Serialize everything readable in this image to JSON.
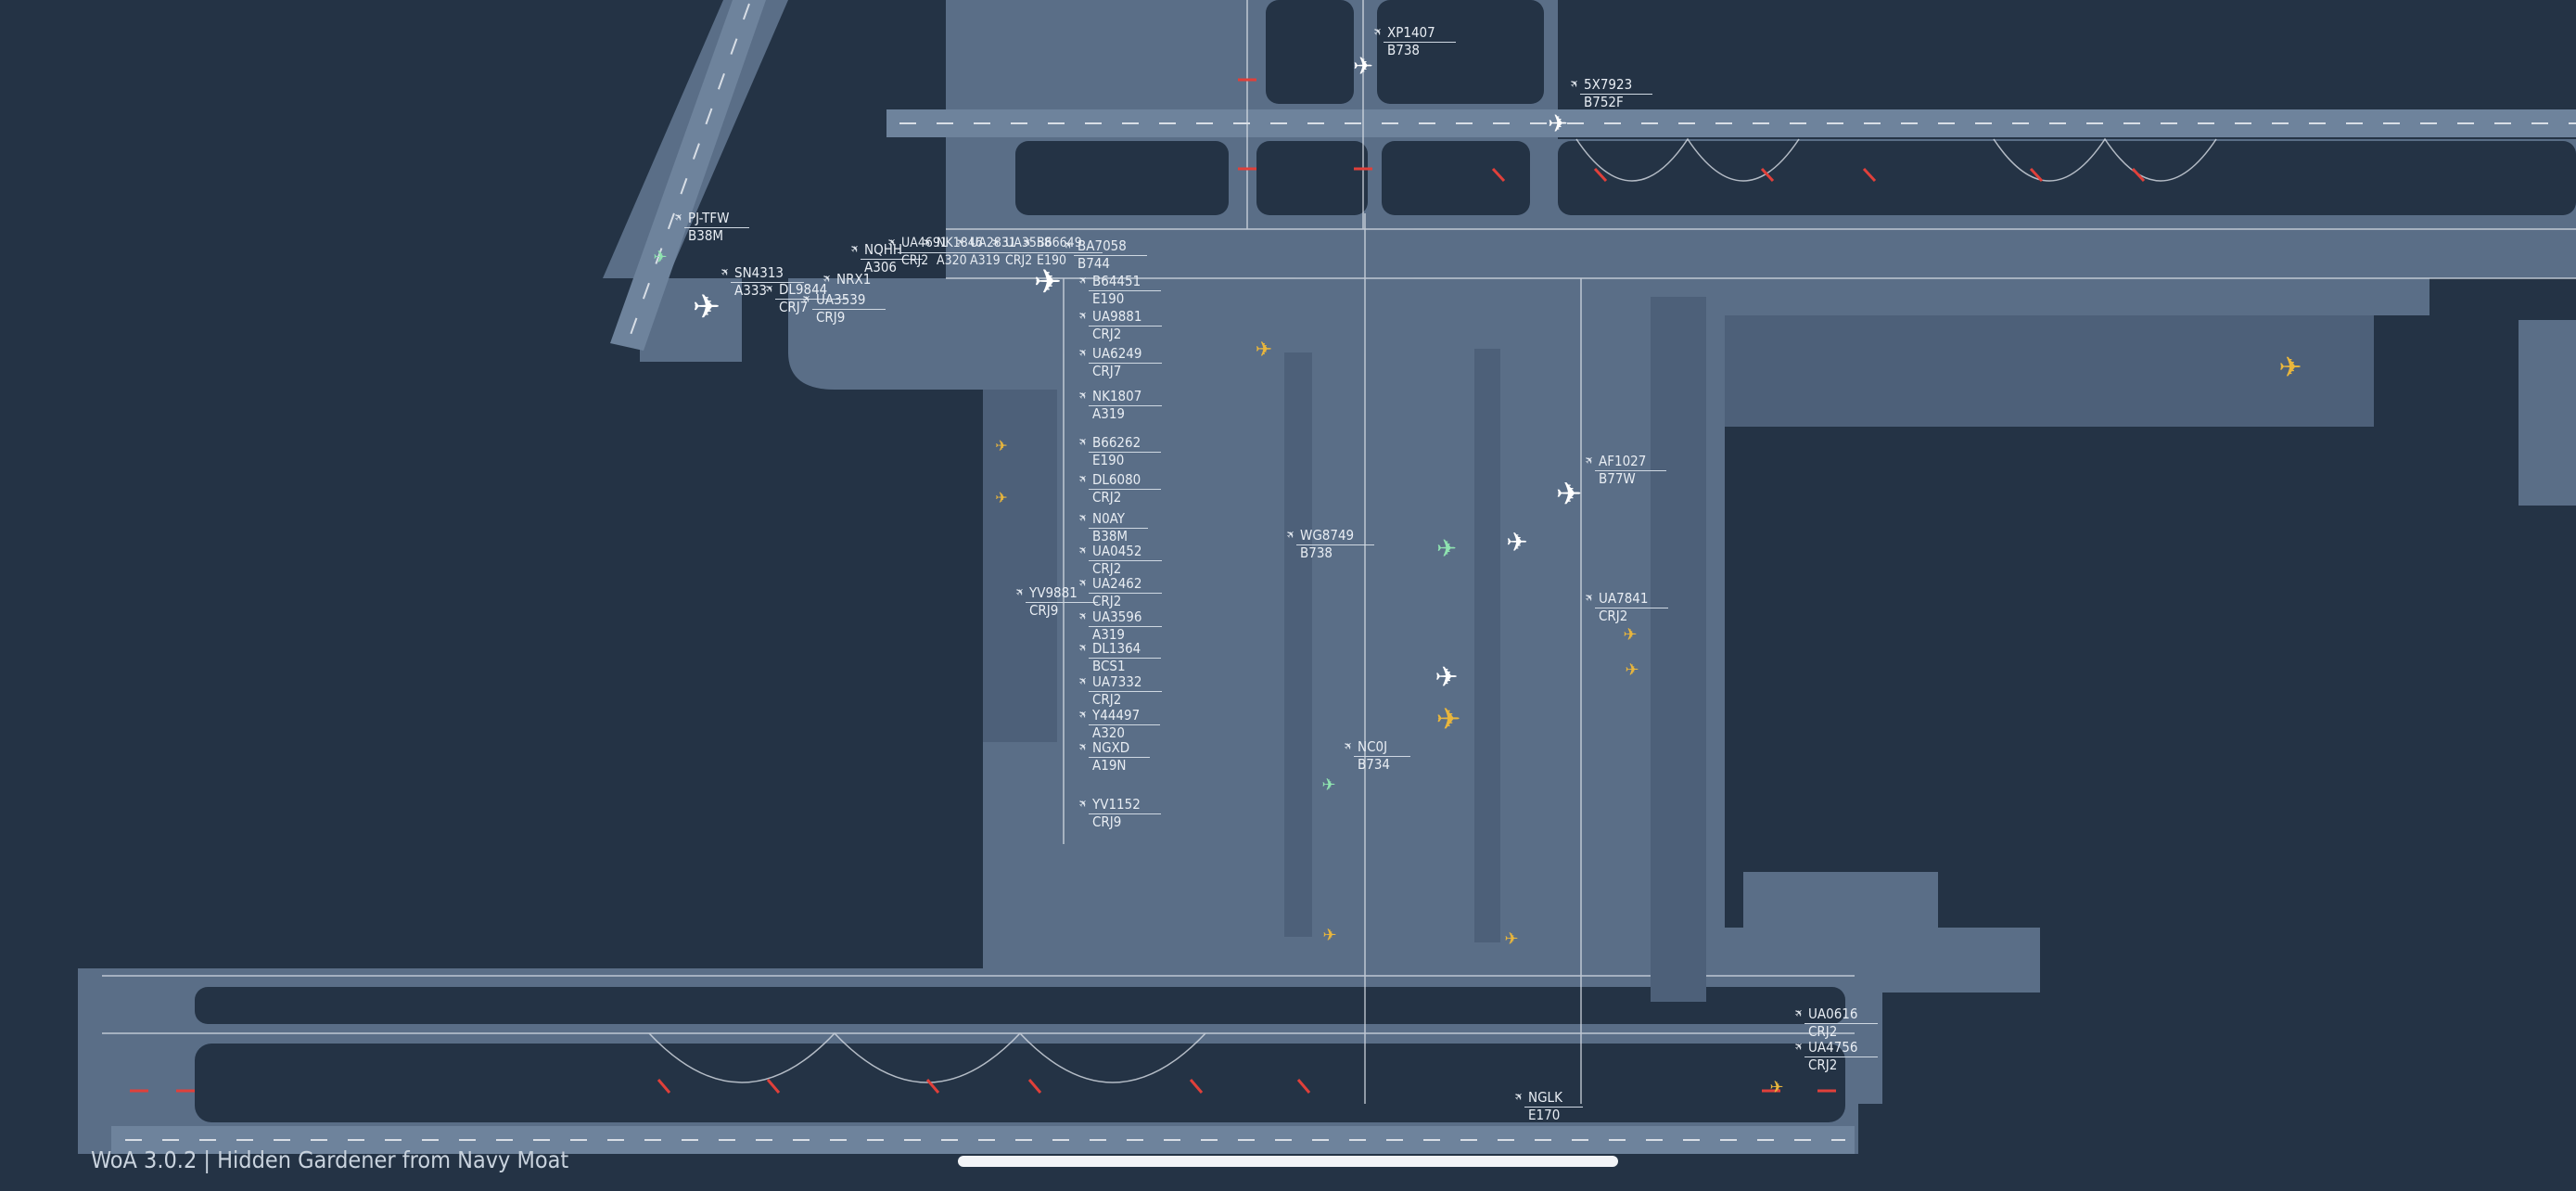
{
  "footer": {
    "version_text": "WoA 3.0.2 | Hidden Gardener from Navy Moat"
  },
  "colors": {
    "background": "#243345",
    "pavement": "#5a6e87",
    "runway": "#6e839c",
    "markings": "#d8dee6",
    "hold_bar": "#e0403a",
    "aircraft_active": "#ffffff",
    "aircraft_yellow": "#e9b63c",
    "aircraft_green": "#8fe3b0"
  },
  "flights": [
    {
      "callsign": "XP1407",
      "type": "B738"
    },
    {
      "callsign": "5X7923",
      "type": "B752F"
    },
    {
      "callsign": "PJ-TFW",
      "type": "B38M"
    },
    {
      "callsign": "SN4313",
      "type": "A333"
    },
    {
      "callsign": "DL9844",
      "type": "CRJ7"
    },
    {
      "callsign": "UA3539",
      "type": "CRJ9"
    },
    {
      "callsign": "NRX1",
      "type": ""
    },
    {
      "callsign": "NQHH",
      "type": "A306"
    },
    {
      "callsign": "UA4691",
      "type": "CRJ2"
    },
    {
      "callsign": "NK1846",
      "type": "A320"
    },
    {
      "callsign": "UA2831",
      "type": "A319"
    },
    {
      "callsign": "UA3558",
      "type": "CRJ2"
    },
    {
      "callsign": "B66649",
      "type": "E190"
    },
    {
      "callsign": "BA7058",
      "type": "B744"
    },
    {
      "callsign": "B64451",
      "type": "E190"
    },
    {
      "callsign": "UA9881",
      "type": "CRJ2"
    },
    {
      "callsign": "UA6249",
      "type": "CRJ7"
    },
    {
      "callsign": "NK1807",
      "type": "A319"
    },
    {
      "callsign": "B66262",
      "type": "E190"
    },
    {
      "callsign": "DL6080",
      "type": "CRJ2"
    },
    {
      "callsign": "N0AY",
      "type": "B38M"
    },
    {
      "callsign": "UA0452",
      "type": "CRJ2"
    },
    {
      "callsign": "YV9881",
      "type": "CRJ9"
    },
    {
      "callsign": "UA2462",
      "type": "CRJ2"
    },
    {
      "callsign": "UA3596",
      "type": "A319"
    },
    {
      "callsign": "DL1364",
      "type": "BCS1"
    },
    {
      "callsign": "UA7332",
      "type": "CRJ2"
    },
    {
      "callsign": "Y44497",
      "type": "A320"
    },
    {
      "callsign": "NGXD",
      "type": "A19N"
    },
    {
      "callsign": "YV1152",
      "type": "CRJ9"
    },
    {
      "callsign": "WG8749",
      "type": "B738"
    },
    {
      "callsign": "AF1027",
      "type": "B77W"
    },
    {
      "callsign": "UA7841",
      "type": "CRJ2"
    },
    {
      "callsign": "NC0J",
      "type": "B734"
    },
    {
      "callsign": "UA0616",
      "type": "CRJ2"
    },
    {
      "callsign": "UA4756",
      "type": "CRJ2"
    },
    {
      "callsign": "NGLK",
      "type": "E170"
    }
  ]
}
